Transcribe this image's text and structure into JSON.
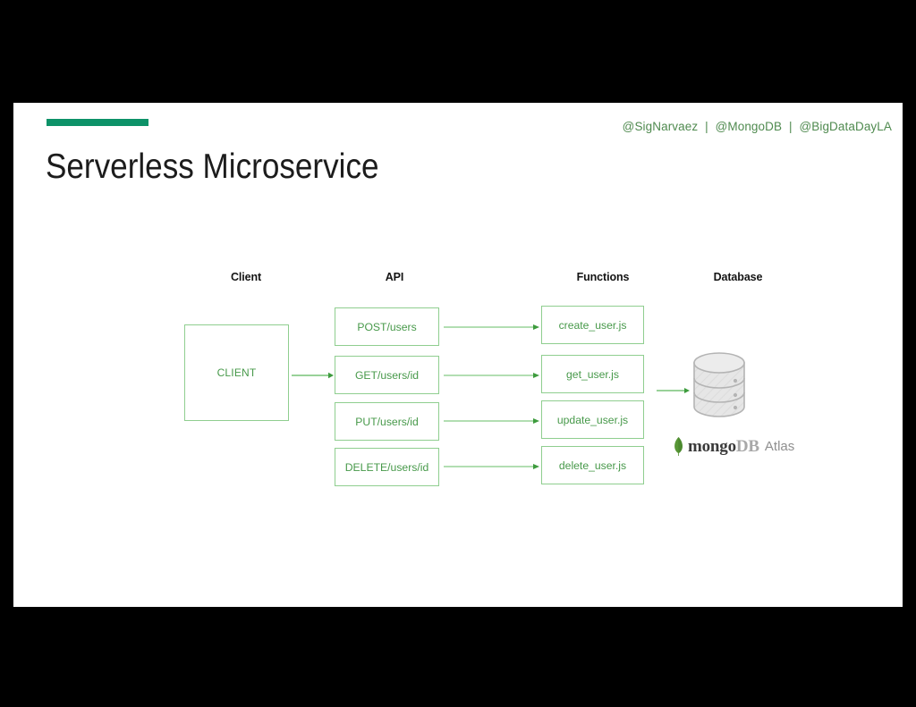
{
  "slide": {
    "header_handles": [
      "@SigNarvaez",
      "@MongoDB",
      "@BigDataDayLA"
    ],
    "header_separator": "|",
    "title": "Serverless Microservice",
    "accent_color": "#0d9268",
    "background_color": "#ffffff",
    "letterbox_color": "#000000"
  },
  "diagram": {
    "accent_green_border": "#8fce8f",
    "accent_green_text": "#47994a",
    "arrow_color": "#5cb85c",
    "columns": [
      {
        "key": "client",
        "label": "Client"
      },
      {
        "key": "api",
        "label": "API"
      },
      {
        "key": "functions",
        "label": "Functions"
      },
      {
        "key": "database",
        "label": "Database"
      }
    ],
    "client": {
      "label": "CLIENT"
    },
    "api_endpoints": [
      {
        "label": "POST/users"
      },
      {
        "label": "GET/users/id"
      },
      {
        "label": "PUT/users/id"
      },
      {
        "label": "DELETE/users/id"
      }
    ],
    "functions": [
      {
        "label": "create_user.js"
      },
      {
        "label": "get_user.js"
      },
      {
        "label": "update_user.js"
      },
      {
        "label": "delete_user.js"
      }
    ],
    "database": {
      "icon": "database-cylinder-icon",
      "cylinder_fill": "#e4e4e4",
      "cylinder_stroke": "#b0b0b0",
      "logo": {
        "leaf_color": "#589636",
        "word_dark": "mongo",
        "word_grey": "DB",
        "product": "Atlas"
      }
    }
  }
}
